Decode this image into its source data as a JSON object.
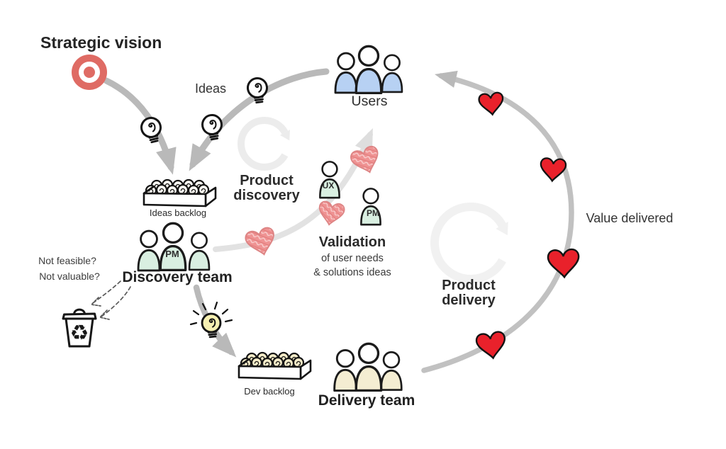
{
  "diagram": {
    "labels": {
      "strategic_vision": "Strategic vision",
      "ideas": "Ideas",
      "users": "Users",
      "product_discovery": [
        "Product",
        "discovery"
      ],
      "ideas_backlog": "Ideas backlog",
      "discovery_team": "Discovery team",
      "validation_title": "Validation",
      "validation_line2": "of user needs",
      "validation_line3": "& solutions ideas",
      "not_feasible": "Not feasible?",
      "not_valuable": "Not valuable?",
      "dev_backlog": "Dev backlog",
      "delivery_team": "Delivery team",
      "product_delivery": [
        "Product",
        "delivery"
      ],
      "value_delivered": "Value delivered"
    },
    "badges": {
      "pm": "PM",
      "ux": "UX"
    },
    "icons": {
      "recycle_symbol": "♻"
    },
    "colors": {
      "target_red": "#df6b64",
      "users_blue": "#b7d1f3",
      "discovery_mint": "#d9efe1",
      "delivery_cream": "#f4edd2",
      "validation_heart_pink": "#ef9393",
      "value_heart_red": "#e9212b",
      "arrow_gray": "#b9b9b9",
      "light_arc_gray": "#e2e2e2",
      "loop_watermark_gray": "#ededed",
      "bulb_white": "#ffffff",
      "bulb_yellow": "#f6f0b2",
      "ink": "#1b1b1b"
    }
  }
}
